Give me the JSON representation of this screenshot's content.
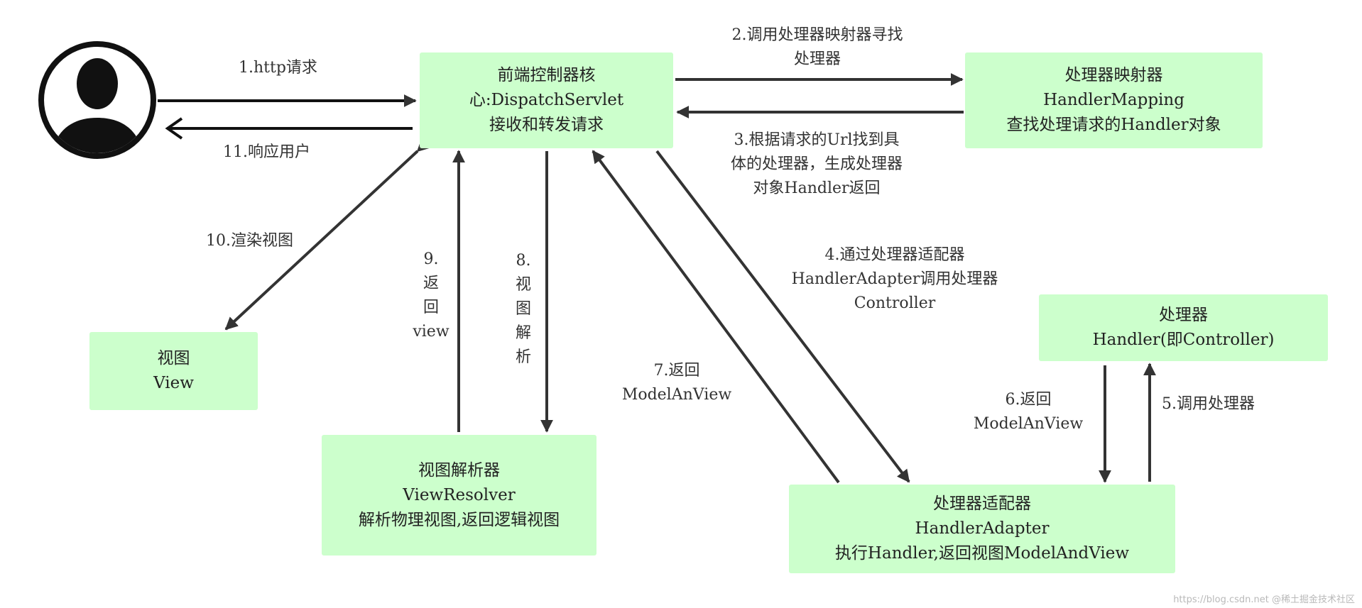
{
  "colors": {
    "node_fill": "#ccffcc",
    "arrow": "#333333",
    "text": "#222222"
  },
  "user": {
    "icon": "user-avatar-icon"
  },
  "nodes": {
    "dispatcher": {
      "lines": [
        "前端控制器核",
        "心:DispatchServlet",
        "接收和转发请求"
      ]
    },
    "handler_mapping": {
      "lines": [
        "处理器映射器",
        "HandlerMapping",
        "查找处理请求的Handler对象"
      ]
    },
    "handler": {
      "lines": [
        "处理器",
        "Handler(即Controller)"
      ]
    },
    "view": {
      "lines": [
        "视图",
        "View"
      ]
    },
    "view_resolver": {
      "lines": [
        "视图解析器",
        "ViewResolver",
        "解析物理视图,返回逻辑视图"
      ]
    },
    "handler_adapter": {
      "lines": [
        "处理器适配器",
        "HandlerAdapter",
        "执行Handler,返回视图ModelAndView"
      ]
    }
  },
  "edges": {
    "e1": {
      "lines": [
        "1.http请求"
      ]
    },
    "e2": {
      "lines": [
        "2.调用处理器映射器寻找",
        "处理器"
      ]
    },
    "e3": {
      "lines": [
        "3.根据请求的Url找到具",
        "体的处理器，生成处理器",
        "对象Handler返回"
      ]
    },
    "e4": {
      "lines": [
        "4.通过处理器适配器",
        "HandlerAdapter调用处理器",
        "Controller"
      ]
    },
    "e5": {
      "lines": [
        "5.调用处理器"
      ]
    },
    "e6": {
      "lines": [
        "6.返回",
        "ModelAnView"
      ]
    },
    "e7": {
      "lines": [
        "7.返回",
        "ModelAnView"
      ]
    },
    "e8": {
      "lines": [
        "8.",
        "视",
        "图",
        "解",
        "析"
      ]
    },
    "e9": {
      "lines": [
        "9.",
        "返",
        "回",
        "view"
      ]
    },
    "e10": {
      "lines": [
        "10.渲染视图"
      ]
    },
    "e11": {
      "lines": [
        "11.响应用户"
      ]
    }
  },
  "watermark": "https://blog.csdn.net @稀土掘金技术社区"
}
